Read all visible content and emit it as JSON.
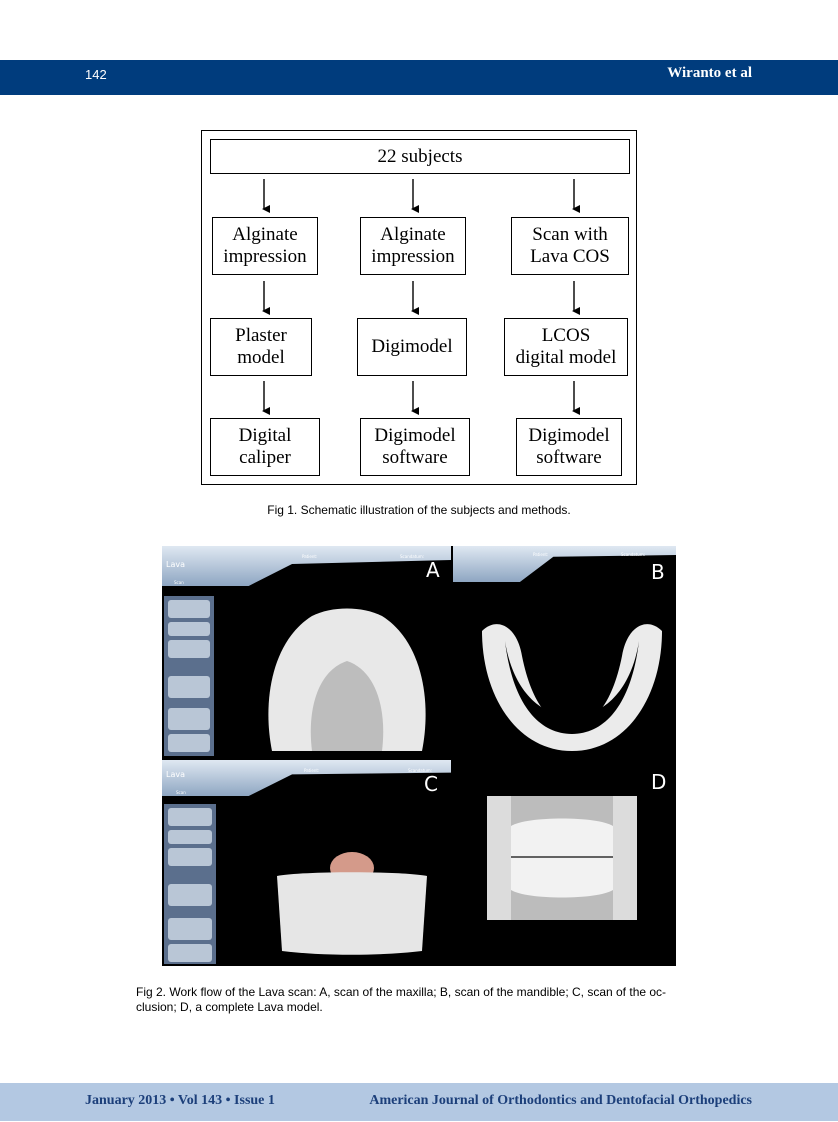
{
  "header": {
    "page_number": "142",
    "running_head": "Wiranto et al"
  },
  "figure1": {
    "top_box": "22 subjects",
    "columns": [
      {
        "step1": [
          "Alginate",
          "impression"
        ],
        "step2": [
          "Plaster",
          "model"
        ],
        "step3": [
          "Digital",
          "caliper"
        ]
      },
      {
        "step1": [
          "Alginate",
          "impression"
        ],
        "step2": [
          "Digimodel"
        ],
        "step3": [
          "Digimodel",
          "software"
        ]
      },
      {
        "step1": [
          "Scan with",
          "Lava COS"
        ],
        "step2": [
          "LCOS",
          "digital model"
        ],
        "step3": [
          "Digimodel",
          "software"
        ]
      }
    ],
    "caption": "Fig 1.  Schematic illustration of the subjects and methods."
  },
  "figure2": {
    "panels": [
      "A",
      "B",
      "C",
      "D"
    ],
    "ui_text": {
      "app": "Lava",
      "tab_scan": "Scan",
      "patient": "Patient:",
      "scandate": "Scandatum:"
    },
    "caption": "Fig 2.  Work flow of the Lava scan: A, scan of the maxilla; B, scan of the mandible; C, scan of the oc-clusion; D, a complete Lava model."
  },
  "footer": {
    "left": "January 2013 • Vol 143 • Issue 1",
    "right": "American Journal of Orthodontics and Dentofacial Orthopedics"
  },
  "colors": {
    "header_bar": "#003c7d",
    "footer_bar": "#b3c8e2",
    "footer_text": "#1c3f7a"
  }
}
